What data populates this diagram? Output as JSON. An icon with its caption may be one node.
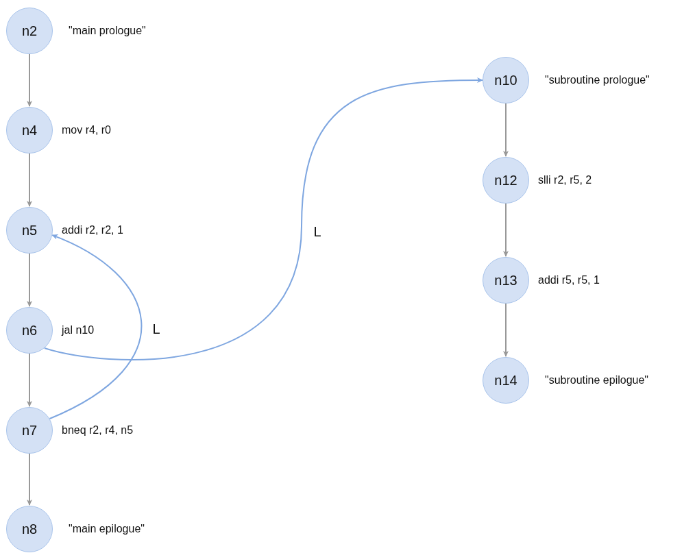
{
  "diagram": {
    "nodes": [
      {
        "text": [
          "n2"
        ],
        "beside": [
          "\"main prologue\""
        ]
      },
      {
        "text": [
          "n4"
        ],
        "beside": [
          "mov r4, r0"
        ]
      },
      {
        "text": [
          "n5"
        ],
        "beside": [
          "addi r2, r2, 1"
        ]
      },
      {
        "text": [
          "n6"
        ],
        "beside": [
          "jal n10"
        ]
      },
      {
        "text": [
          "n7"
        ],
        "beside": [
          "bneq r2, r4, n5"
        ]
      },
      {
        "text": [
          "n8"
        ],
        "beside": [
          "\"main epilogue\""
        ]
      },
      {
        "text": [
          "n10"
        ],
        "beside": [
          "\"subroutine prologue\""
        ]
      },
      {
        "text": [
          "n12"
        ],
        "beside": [
          "slli r2, r5, 2"
        ]
      },
      {
        "text": [
          "n13"
        ],
        "beside": [
          "addi r5, r5, 1"
        ]
      },
      {
        "text": [
          "n14"
        ],
        "beside": [
          "\"subroutine epilogue\""
        ]
      }
    ],
    "edges": [
      {
        "from": 0,
        "to": 1,
        "arrow": "to"
      },
      {
        "from": 1,
        "to": 2,
        "arrow": "to"
      },
      {
        "from": 2,
        "to": 3,
        "arrow": "to"
      },
      {
        "from": 3,
        "to": 4,
        "arrow": "to"
      },
      {
        "from": 4,
        "to": 5,
        "arrow": "to"
      },
      {
        "from": 3,
        "to": 6,
        "arrow": "to",
        "label": "L",
        "color": "#7ea6e0"
      },
      {
        "from": 4,
        "to": 2,
        "arrow": "to",
        "label": "L",
        "color": "#7ea6e0"
      },
      {
        "from": 6,
        "to": 7,
        "arrow": "to"
      },
      {
        "from": 7,
        "to": 8,
        "arrow": "to"
      },
      {
        "from": 8,
        "to": 9,
        "arrow": "to"
      }
    ]
  }
}
